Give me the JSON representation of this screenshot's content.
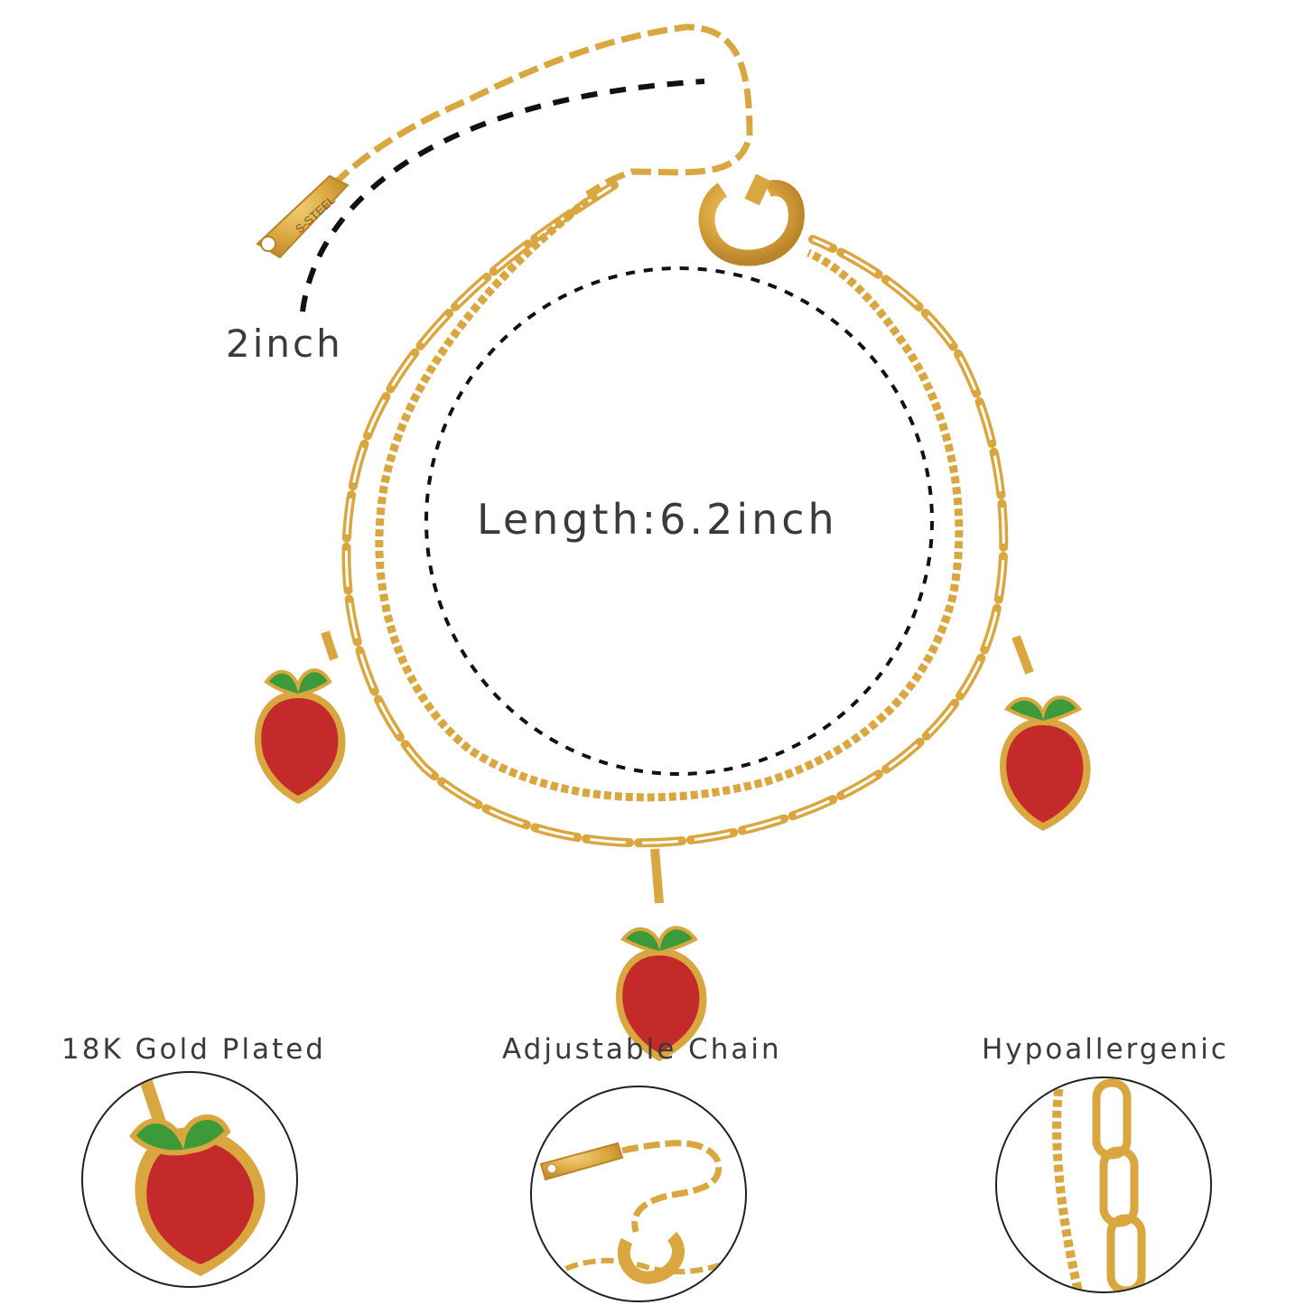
{
  "measurements": {
    "extender_label": "2inch",
    "length_label": "Length:6.2inch"
  },
  "features": [
    {
      "label": "18K Gold Plated",
      "icon": "strawberry-charm-closeup"
    },
    {
      "label": "Adjustable Chain",
      "icon": "extender-clasp-closeup"
    },
    {
      "label": "Hypoallergenic",
      "icon": "chain-links-closeup"
    }
  ],
  "tag_text": "S-STEEL",
  "colors": {
    "gold": "#d9a63f",
    "gold_dark": "#b9842a",
    "strawberry_red": "#c42a2a",
    "leaf_green": "#3c9a3a",
    "text": "#3a3a3a",
    "dash": "#111111"
  }
}
